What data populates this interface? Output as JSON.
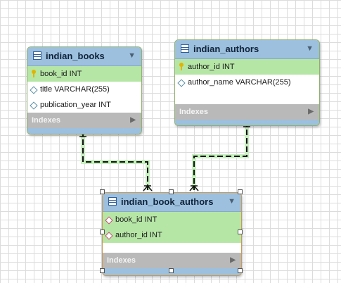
{
  "tables": [
    {
      "name": "indian_books",
      "columns": [
        {
          "label": "book_id INT",
          "kind": "pk"
        },
        {
          "label": "title VARCHAR(255)",
          "kind": "col"
        },
        {
          "label": "publication_year INT",
          "kind": "col"
        }
      ],
      "indexes_label": "Indexes"
    },
    {
      "name": "indian_authors",
      "columns": [
        {
          "label": "author_id INT",
          "kind": "pk"
        },
        {
          "label": "author_name VARCHAR(255)",
          "kind": "col"
        }
      ],
      "indexes_label": "Indexes"
    },
    {
      "name": "indian_book_authors",
      "columns": [
        {
          "label": "book_id INT",
          "kind": "fk"
        },
        {
          "label": "author_id INT",
          "kind": "fk"
        }
      ],
      "indexes_label": "Indexes"
    }
  ],
  "relationships": [
    {
      "from": "indian_books",
      "to": "indian_book_authors"
    },
    {
      "from": "indian_authors",
      "to": "indian_book_authors"
    }
  ],
  "colors": {
    "header": "#9cc0de",
    "key_row": "#b6e6a6",
    "relationship_line": "#2fbf2f",
    "indexes_bar": "#b9b9b9"
  }
}
